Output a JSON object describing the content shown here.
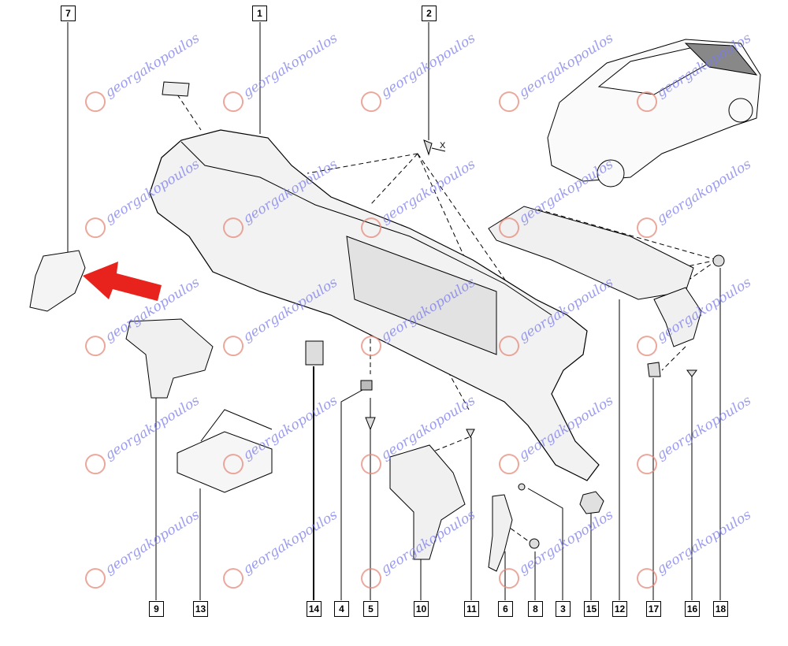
{
  "diagram": {
    "title": "Rear bumper parts diagram",
    "watermark": "georgakopoulos",
    "top_labels": [
      "7",
      "1",
      "2"
    ],
    "bottom_labels": [
      "9",
      "13",
      "14",
      "4",
      "5",
      "10",
      "11",
      "6",
      "8",
      "3",
      "15",
      "12",
      "17",
      "16",
      "18"
    ],
    "annotation_x": "X",
    "highlight_color": "#e8231d",
    "watermark_color": "#7b7bea"
  }
}
